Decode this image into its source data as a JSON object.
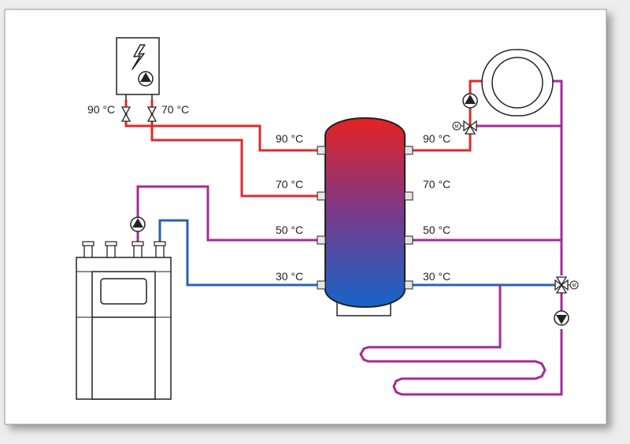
{
  "labels": {
    "boiler_supply_temp": "90 °C",
    "boiler_return_temp": "70 °C",
    "tank_left_90": "90 °C",
    "tank_left_70": "70 °C",
    "tank_left_50": "50 °C",
    "tank_left_30": "30 °C",
    "tank_right_90": "90 °C",
    "tank_right_70": "70 °C",
    "tank_right_50": "50 °C",
    "tank_right_30": "30 °C",
    "motor_valve_top": "M",
    "motor_valve_right": "M"
  },
  "colors": {
    "hot_pipe": "#e02a2a",
    "warm_pipe": "#a52a9a",
    "cool_pipe": "#2a62b0",
    "tank_top": "#e52222",
    "tank_bottom": "#1565c8",
    "outline": "#222222",
    "paper": "#ffffff",
    "background": "#ededed"
  }
}
